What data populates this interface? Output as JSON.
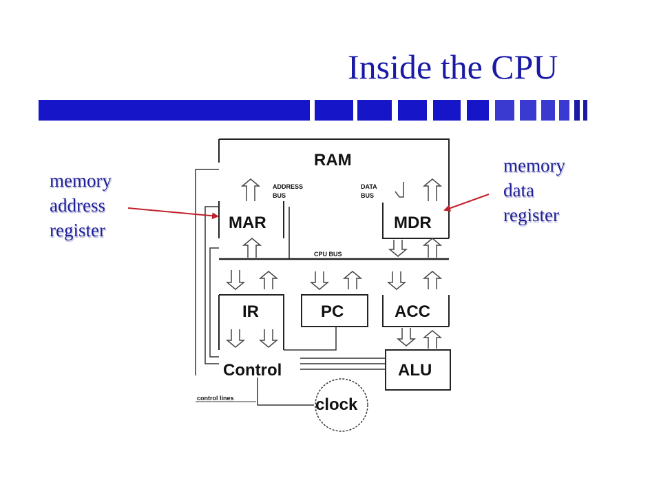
{
  "slide": {
    "title": "Inside the CPU"
  },
  "callouts": {
    "mar": [
      "memory",
      "address",
      "register"
    ],
    "mdr": [
      "memory",
      "data",
      "register"
    ]
  },
  "diagram": {
    "ram": "RAM",
    "address_bus": [
      "ADDRESS",
      "BUS"
    ],
    "data_bus": [
      "DATA",
      "BUS"
    ],
    "cpu_bus": "CPU BUS",
    "registers": {
      "mar": "MAR",
      "mdr": "MDR",
      "ir": "IR",
      "pc": "PC",
      "acc": "ACC",
      "alu": "ALU"
    },
    "control": "Control",
    "clock": "clock",
    "control_lines": "control lines"
  },
  "colors": {
    "title": "#1a1aa6",
    "bar": "#1616c8",
    "callout_text": "#1f1f9a",
    "pointer": "#c0202a"
  }
}
